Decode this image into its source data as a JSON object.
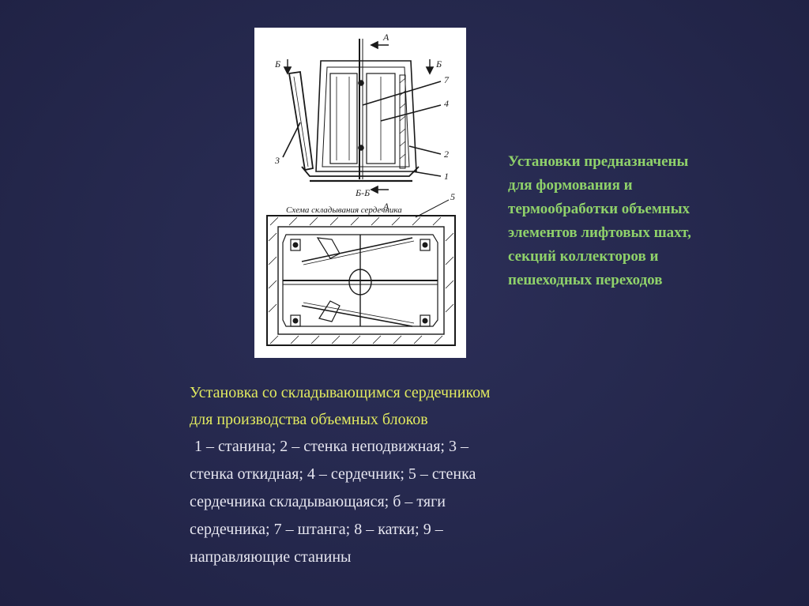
{
  "figure": {
    "section_label_a_top": "А",
    "section_label_a_bottom": "А",
    "section_label_b_left": "Б",
    "section_label_b_right": "Б",
    "section_title": "Б-Б",
    "scheme_caption": "Схема складывания сердечника",
    "callouts": [
      "7",
      "4",
      "2",
      "1",
      "3",
      "5"
    ]
  },
  "side_text": {
    "lines": [
      "Установки предназначены",
      "для формования и",
      "термообработки объемных",
      "элементов лифтовых шахт,",
      "секций коллекторов и",
      "пешеходных переходов"
    ]
  },
  "caption": {
    "title_lines": [
      "Установка со складывающимся сердечником",
      "для производства объемных блоков"
    ],
    "legend_lines": [
      "1 – станина; 2 – стенка неподвижная; 3 –",
      "стенка откидная; 4 – сердечник; 5 – стенка",
      "сердечника складывающаяся; б – тяги",
      "сердечника; 7 – штанга; 8 – катки; 9 –",
      "направляющие станины"
    ]
  }
}
